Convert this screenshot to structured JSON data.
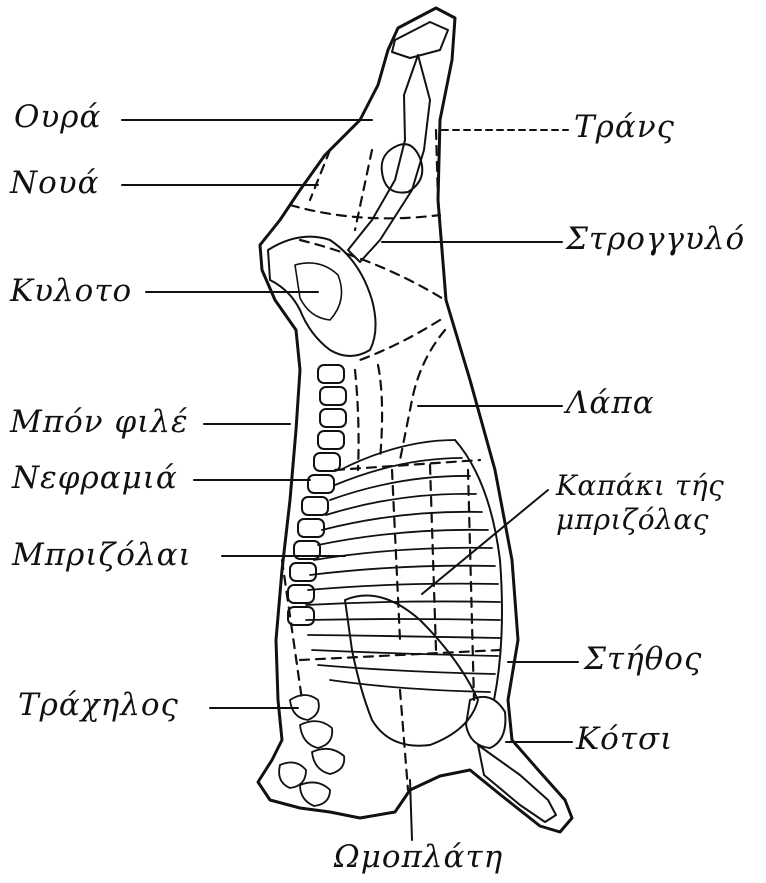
{
  "labels": {
    "oura": "Ουρά",
    "noua": "Νουά",
    "kyloto": "Κυλοτο",
    "bon_file": "Μπόν φιλέ",
    "neframia": "Νεφραμιά",
    "brizolai": "Μπριζόλαι",
    "trachilos": "Τράχηλος",
    "trans": "Τράνς",
    "strongylo": "Στρογγυλό",
    "lapa": "Λάπα",
    "kapaki_line1": "Καπάκι τής",
    "kapaki_line2": "μπριζόλας",
    "stithos": "Στήθος",
    "kotsi": "Κότσι",
    "omoplati": "Ωμοπλάτη"
  },
  "colors": {
    "ink": "#111111",
    "paper": "#ffffff"
  }
}
